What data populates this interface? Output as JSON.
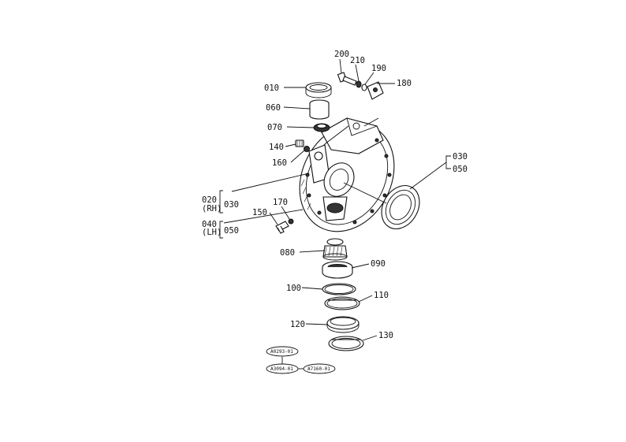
{
  "labels": {
    "p010": "010",
    "p060": "060",
    "p070": "070",
    "p140": "140",
    "p160": "160",
    "p200": "200",
    "p210": "210",
    "p190": "190",
    "p180": "180",
    "p030a": "030",
    "p050a": "050",
    "p020": "020",
    "p030b": "030",
    "rh": "(RH)",
    "p040": "040",
    "lh": "(LH)",
    "p050b": "050",
    "p150": "150",
    "p170": "170",
    "p080": "080",
    "p090": "090",
    "p100": "100",
    "p110": "110",
    "p120": "120",
    "p130": "130"
  },
  "codes": {
    "c1": "A0293-01",
    "c2": "A3094-01",
    "c3": "A7160-01"
  }
}
